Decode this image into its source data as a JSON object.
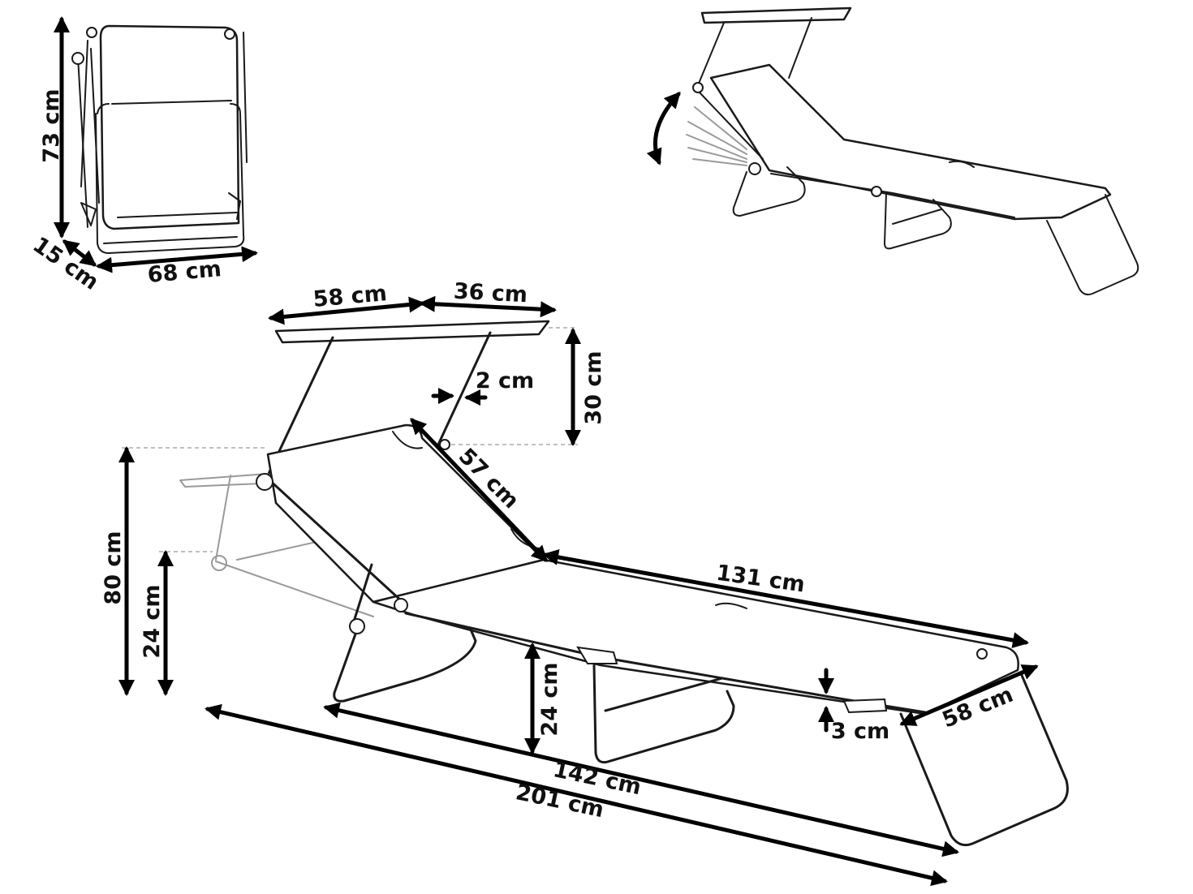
{
  "dimensions": {
    "folded_height": "73 cm",
    "folded_depth": "15 cm",
    "folded_width": "68 cm",
    "canopy_width": "58 cm",
    "canopy_depth": "36 cm",
    "tube_diameter": "2 cm",
    "canopy_height": "30 cm",
    "backrest_length": "57 cm",
    "seat_length": "131 cm",
    "overall_height": "80 cm",
    "seat_height_left": "24 cm",
    "seat_height_center": "24 cm",
    "frame_thickness": "3 cm",
    "lounger_width": "58 cm",
    "length_without_canopy": "142 cm",
    "overall_length": "201 cm"
  },
  "colors": {
    "line": "#1a1a1a",
    "dimension": "#000000",
    "ghost": "#9a9a9a",
    "background": "#ffffff"
  }
}
